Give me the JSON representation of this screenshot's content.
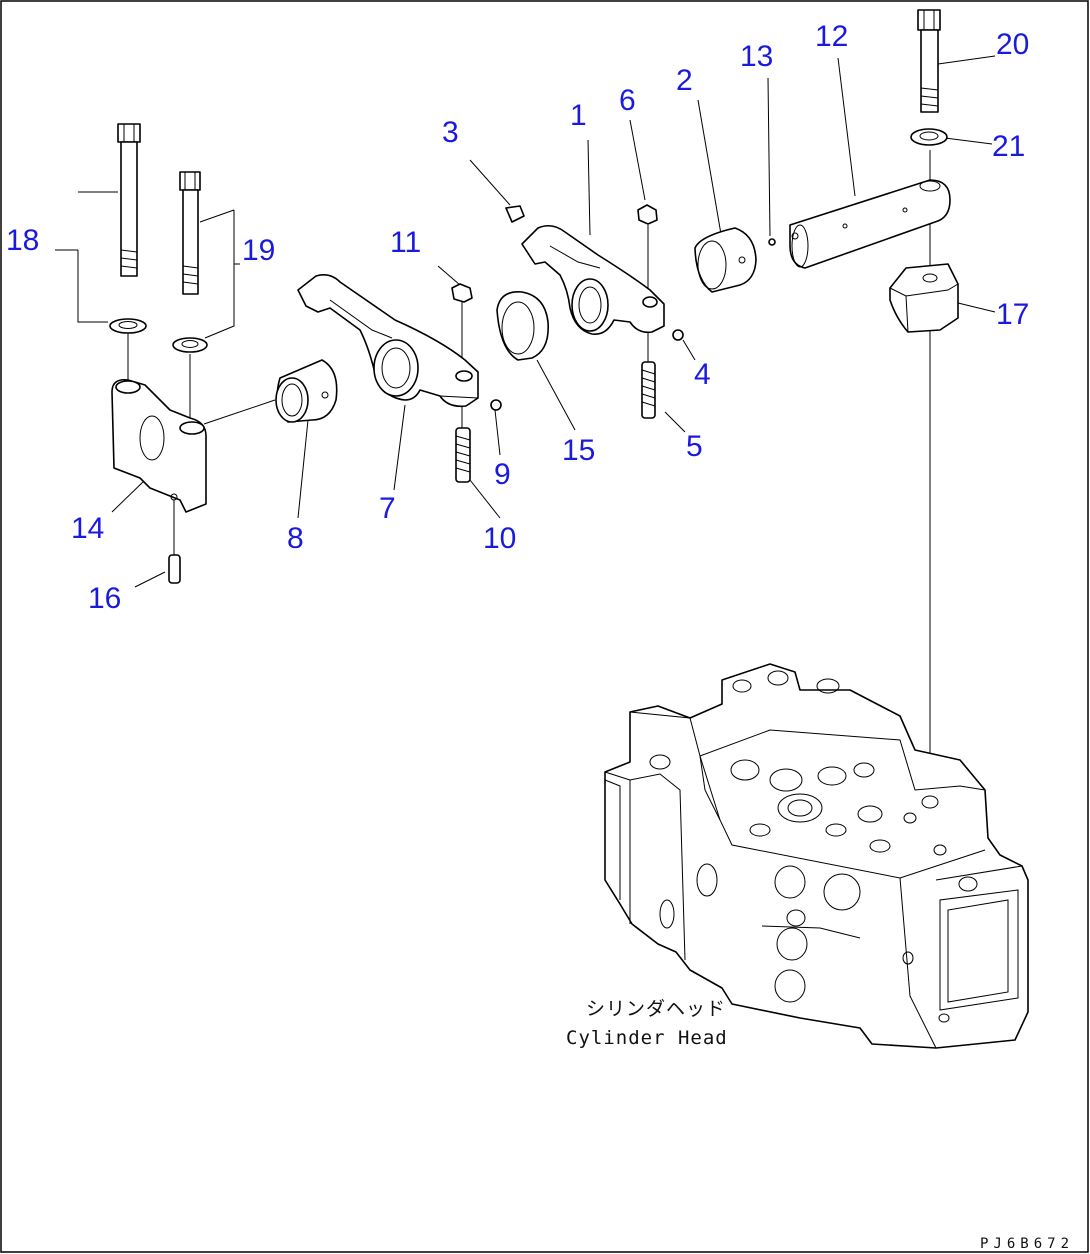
{
  "labels": [
    {
      "id": "1",
      "text": "1"
    },
    {
      "id": "2",
      "text": "2"
    },
    {
      "id": "3",
      "text": "3"
    },
    {
      "id": "4",
      "text": "4"
    },
    {
      "id": "5",
      "text": "5"
    },
    {
      "id": "6",
      "text": "6"
    },
    {
      "id": "7",
      "text": "7"
    },
    {
      "id": "8",
      "text": "8"
    },
    {
      "id": "9",
      "text": "9"
    },
    {
      "id": "10",
      "text": "10"
    },
    {
      "id": "11",
      "text": "11"
    },
    {
      "id": "12",
      "text": "12"
    },
    {
      "id": "13",
      "text": "13"
    },
    {
      "id": "14",
      "text": "14"
    },
    {
      "id": "15",
      "text": "15"
    },
    {
      "id": "16",
      "text": "16"
    },
    {
      "id": "17",
      "text": "17"
    },
    {
      "id": "18",
      "text": "18"
    },
    {
      "id": "19",
      "text": "19"
    },
    {
      "id": "20",
      "text": "20"
    },
    {
      "id": "21",
      "text": "21"
    }
  ],
  "caption": {
    "jp": "シリンダヘッド",
    "en": "Cylinder Head"
  },
  "drawing_code": "PJ6B672",
  "colors": {
    "label": "#1a1adf",
    "line": "#000000",
    "background": "#ffffff"
  }
}
